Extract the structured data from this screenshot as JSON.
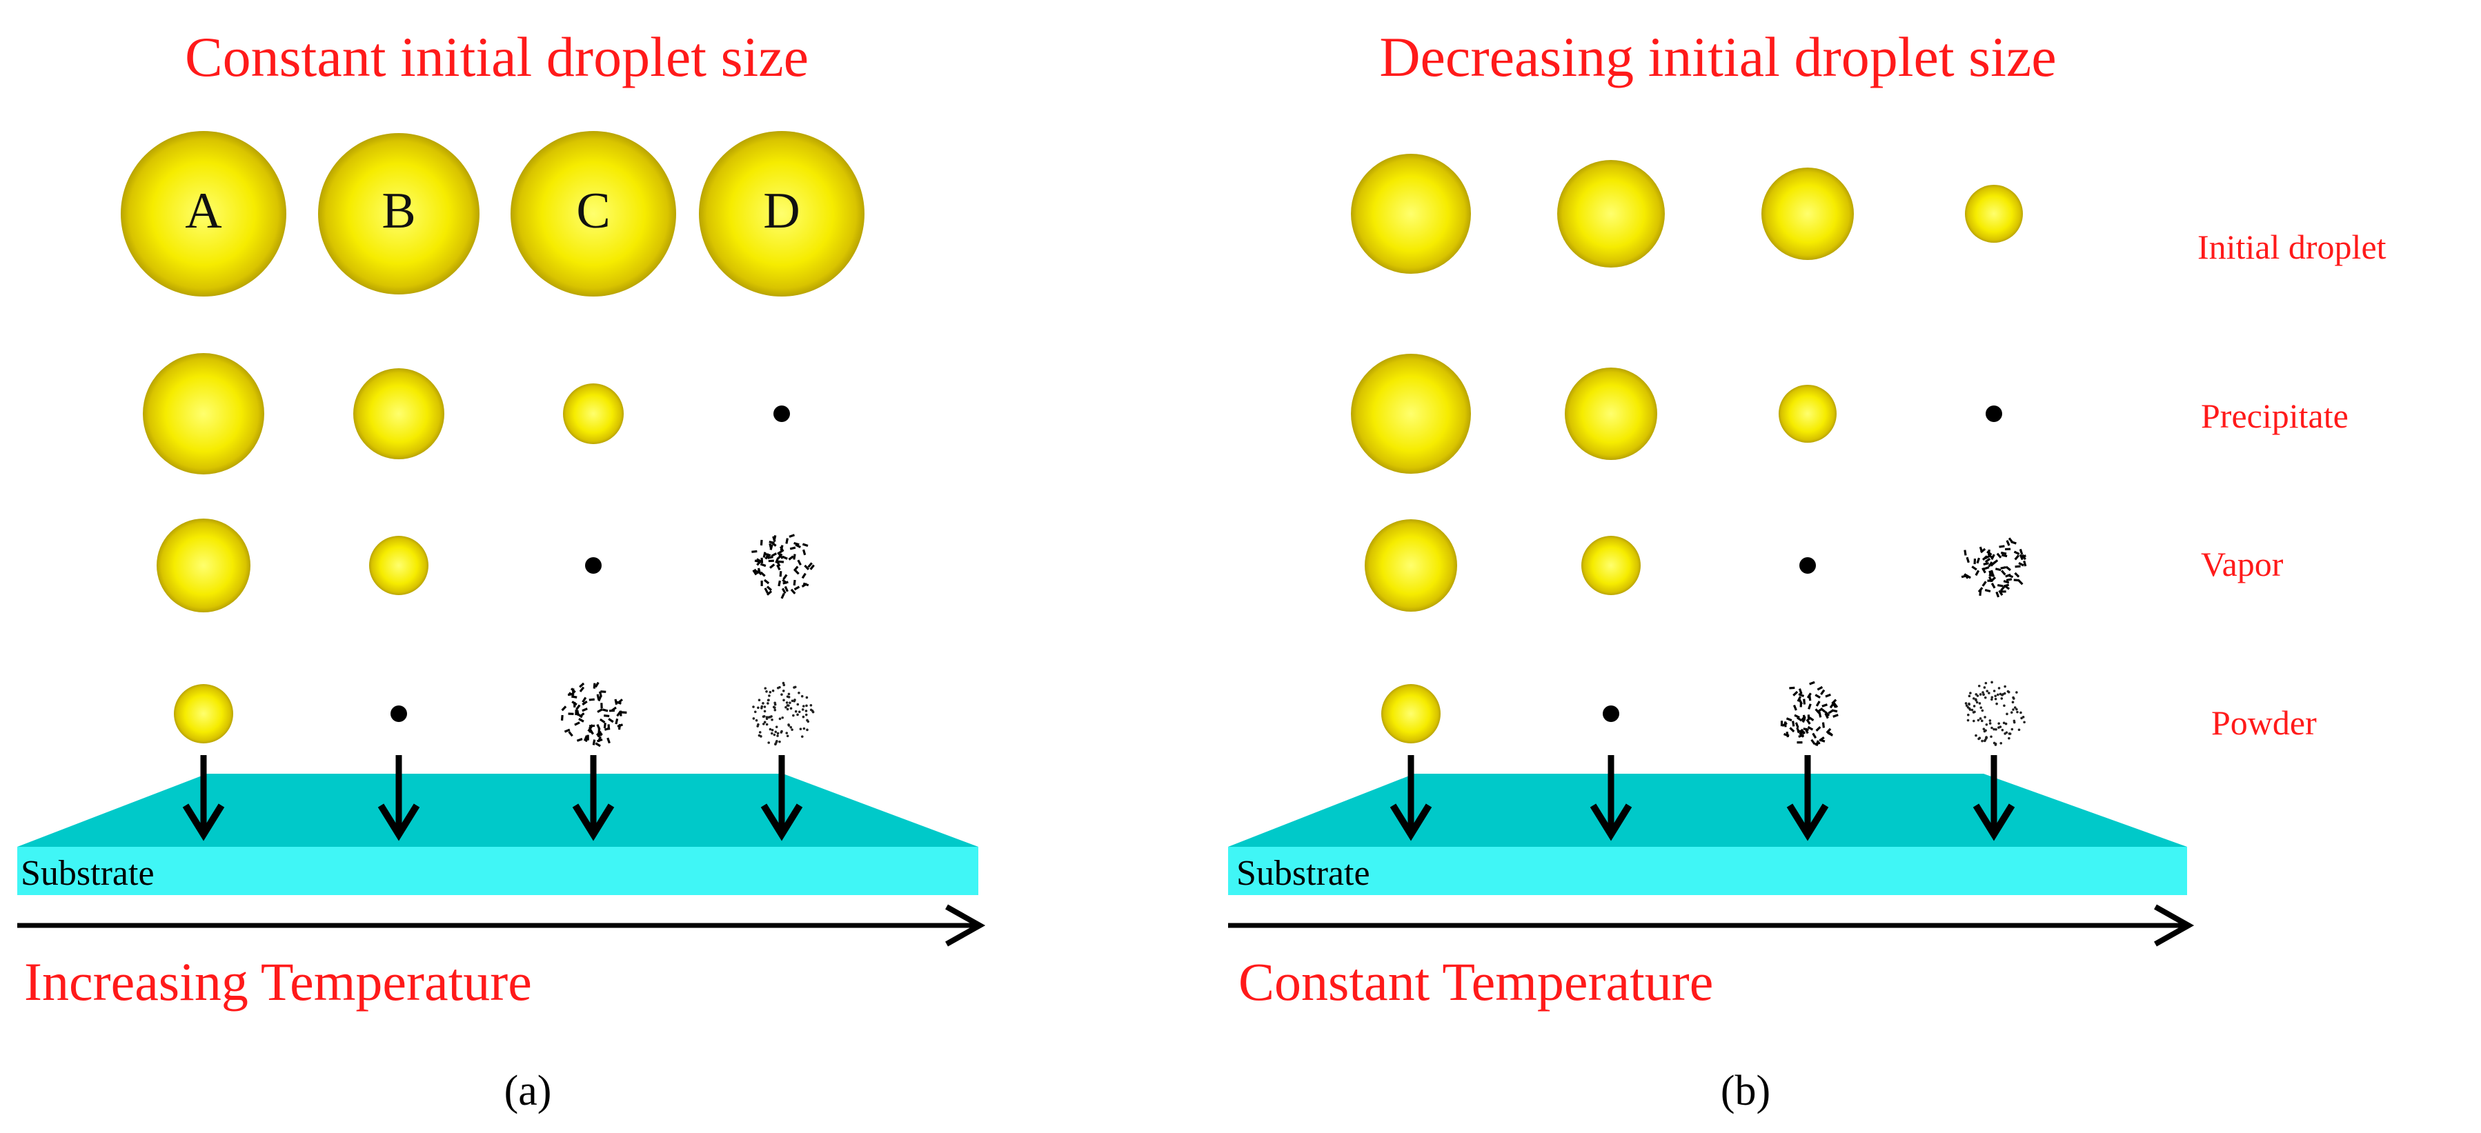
{
  "panels": [
    {
      "title": "Constant initial droplet size",
      "sublabel": "(a)",
      "substrate": "Substrate",
      "temperature": "Increasing Temperature",
      "letters": [
        "A",
        "B",
        "C",
        "D"
      ]
    },
    {
      "title": "Decreasing initial droplet size",
      "sublabel": "(b)",
      "substrate": "Substrate",
      "temperature": "Constant Temperature"
    }
  ],
  "stage_labels": [
    "Initial droplet",
    "Precipitate",
    "Vapor",
    "Powder"
  ],
  "colors": {
    "label_red": "#ff1a1a",
    "droplet": "#f2e400",
    "substrate_top": "#00c9c9",
    "substrate_front": "#40f6f6"
  }
}
